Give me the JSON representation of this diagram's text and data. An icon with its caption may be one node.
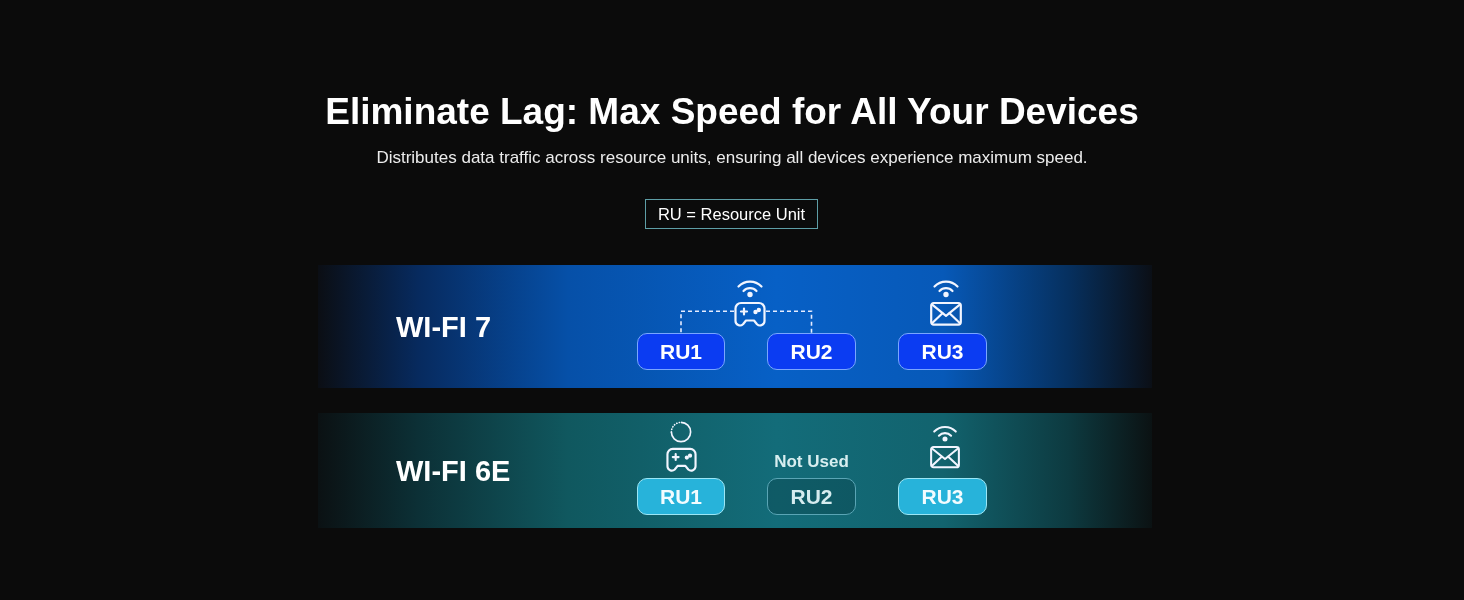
{
  "diagram": {
    "title": "Eliminate Lag: Max Speed for All Your Devices",
    "nodes": [
      {
        "text": [
          "RU = Resource Unit"
        ]
      },
      {
        "text": [
          "WI-FI 7"
        ]
      },
      {
        "text": [],
        "shape": "picture",
        "in": 1
      },
      {
        "text": [
          "RU1"
        ],
        "in": 1
      },
      {
        "text": [
          "RU2"
        ],
        "in": 1
      },
      {
        "text": [
          "RU3"
        ],
        "in": 1
      },
      {
        "text": [
          "WI-FI 6E"
        ]
      },
      {
        "text": [
          "RU1"
        ],
        "in": 6
      },
      {
        "text": [
          "RU2"
        ],
        "in": 6,
        "beside": [
          "Not Used"
        ]
      },
      {
        "text": [
          "RU3"
        ],
        "in": 6
      }
    ],
    "edges": [
      {
        "from": 2,
        "to": 3,
        "arrow": "none",
        "style": "dashed"
      },
      {
        "from": 2,
        "to": 4,
        "arrow": "none",
        "style": "dashed"
      }
    ],
    "labels": [
      "Distributes data traffic across resource units, ensuring all devices experience maximum speed."
    ]
  }
}
